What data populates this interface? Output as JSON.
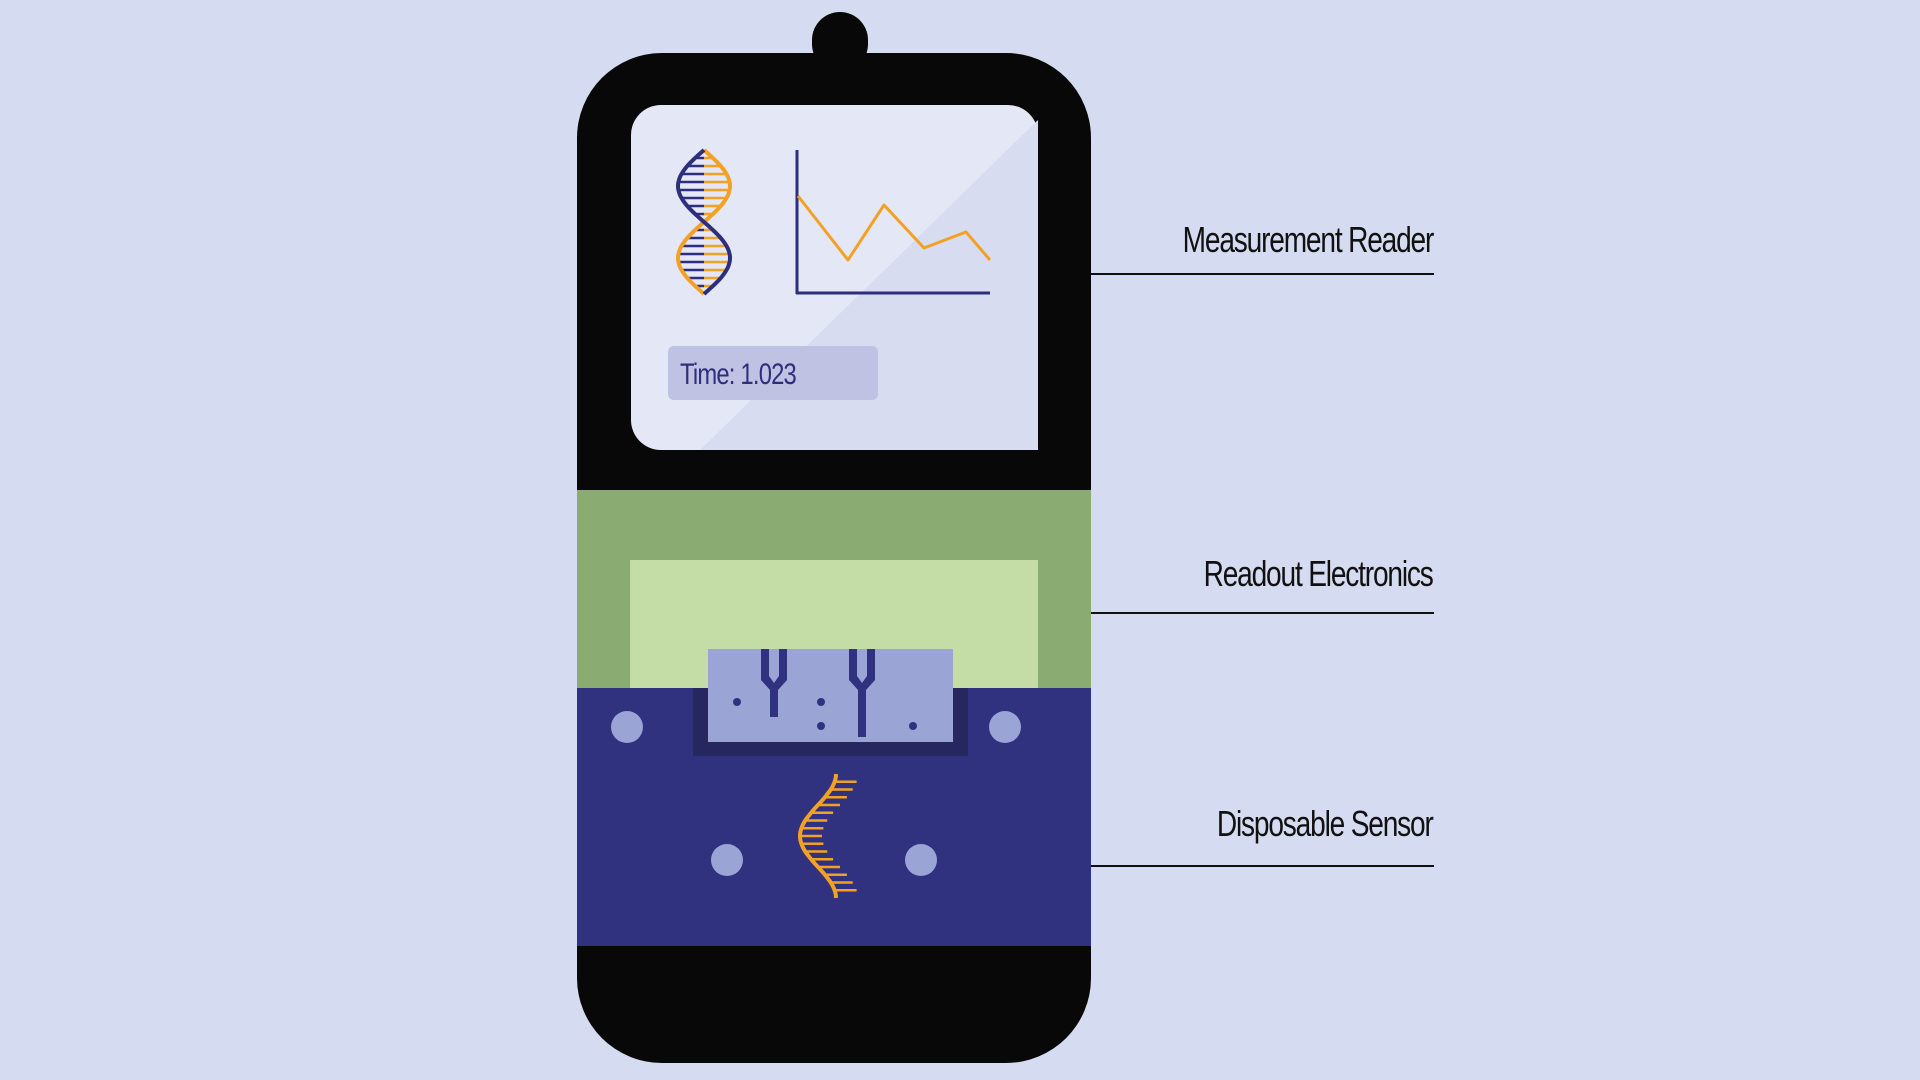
{
  "screen": {
    "readout_text": "Time: 1.023"
  },
  "callouts": {
    "measurement_reader": "Measurement Reader",
    "readout_electronics": "Readout Electronics",
    "disposable_sensor": "Disposable Sensor"
  },
  "colors": {
    "background": "#d5dbf0",
    "device_body": "#080808",
    "screen": "#e3e7f6",
    "electronics_outer": "#8aac73",
    "electronics_inner": "#c4dca5",
    "sensor": "#31327f",
    "sensor_chip": "#9aa5d6",
    "accent_orange": "#f3a125",
    "accent_navy": "#2e2f7c"
  },
  "icons": {
    "screen_dna": "dna-helix-icon",
    "screen_chart": "line-chart-icon",
    "sensor_dna": "single-strand-dna-icon",
    "electrodes": "fork-electrode-icon"
  }
}
